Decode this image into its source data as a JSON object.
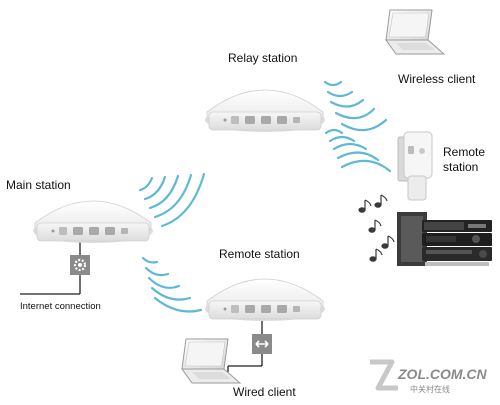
{
  "labels": {
    "relay_station": "Relay station",
    "wireless_client": "Wireless client",
    "remote_station_side_line1": "Remote",
    "remote_station_side_line2": "station",
    "main_station": "Main station",
    "remote_station_bottom": "Remote station",
    "internet_connection": "Internet connection",
    "wired_client": "Wired client"
  },
  "watermark": {
    "site": "ZOL.COM.CN",
    "tagline": "中关村在线"
  },
  "icons": [
    "router-icon",
    "laptop-icon",
    "wall-plug-router-icon",
    "stereo-icon",
    "music-notes-icon",
    "wifi-waves-icon",
    "gear-port-icon",
    "ethernet-port-icon"
  ],
  "colors": {
    "wave": "#5fb8d6",
    "router_body": "#f2f2f2",
    "line": "#222222"
  }
}
